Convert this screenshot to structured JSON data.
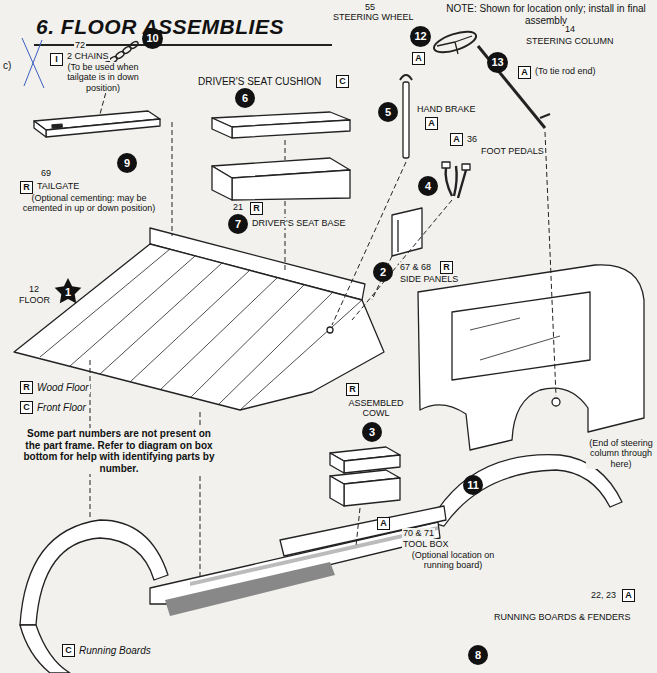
{
  "diagram": {
    "title": "6. FLOOR ASSEMBLIES",
    "nodes": [
      {
        "text": [
          "12"
        ]
      },
      {
        "text": [
          "A"
        ]
      },
      {
        "text": [
          "13"
        ]
      },
      {
        "text": [
          "A"
        ]
      },
      {
        "text": [
          "I"
        ]
      },
      {
        "text": [
          "10"
        ]
      },
      {
        "text": [
          "C"
        ]
      },
      {
        "text": [
          "6"
        ]
      },
      {
        "text": [
          "5"
        ]
      },
      {
        "text": [
          "A"
        ]
      },
      {
        "text": [
          "A"
        ]
      },
      {
        "text": [
          "4"
        ]
      },
      {
        "text": [
          "9"
        ]
      },
      {
        "text": [
          "R"
        ]
      },
      {
        "text": [
          "R"
        ]
      },
      {
        "text": [
          "7"
        ]
      },
      {
        "text": [
          "2"
        ]
      },
      {
        "text": [
          "R"
        ]
      },
      {
        "text": [
          "1"
        ]
      },
      {
        "text": [
          "R"
        ]
      },
      {
        "text": [
          "C"
        ]
      },
      {
        "text": [
          "R"
        ]
      },
      {
        "text": [
          "3"
        ]
      },
      {
        "text": [
          "11"
        ]
      },
      {
        "text": [
          "A"
        ]
      },
      {
        "text": [
          "C"
        ]
      },
      {
        "text": [
          "A"
        ]
      },
      {
        "text": [
          "8"
        ]
      }
    ],
    "labels": [
      "c)",
      "55",
      "STEERING WHEEL",
      "NOTE: Shown for location only; install in final assembly",
      "14",
      "STEERING COLUMN",
      "(To tie rod end)",
      "72",
      "2 CHAINS",
      "(To be used when tailgate is in down position)",
      "DRIVER'S SEAT CUSHION",
      "HAND BRAKE",
      "36",
      "FOOT PEDALS",
      "69",
      "TAILGATE",
      "(Optional cementing: may be cemented in up or down position)",
      "21",
      "DRIVER'S SEAT BASE",
      "67 & 68",
      "SIDE PANELS",
      "12",
      "FLOOR",
      "Wood Floor",
      "Front Floor",
      "ASSEMBLED COWL",
      "(End of steering column through here)",
      "Some part numbers are not present on the part frame. Refer to diagram on box bottom for help with identifying parts by number.",
      "70 & 71",
      "TOOL BOX",
      "(Optional location on running board)",
      "Running Boards",
      "22, 23",
      "RUNNING BOARDS & FENDERS"
    ]
  }
}
